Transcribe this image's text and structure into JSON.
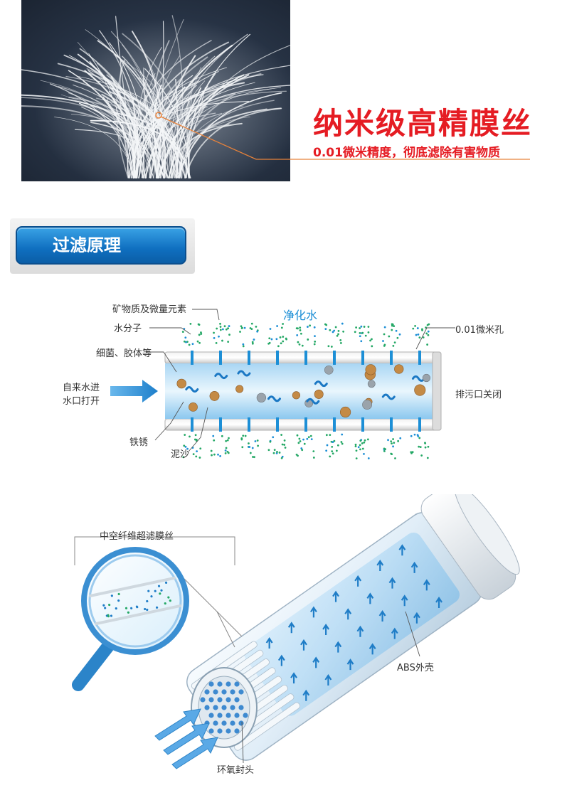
{
  "hero": {
    "title": "纳米级高精膜丝",
    "subtitle": "0.01微米精度，彻底滤除有害物质"
  },
  "section": {
    "title": "过滤原理"
  },
  "principle": {
    "label_minerals": "矿物质及微量元素",
    "label_water_molecule": "水分子",
    "label_purified": "净化水",
    "label_pore": "0.01微米孔",
    "label_bacteria": "细菌、胶体等",
    "label_inlet": "自来水进\n水口打开",
    "label_outlet_closed": "排污口关闭",
    "label_rust": "铁锈",
    "label_sand": "泥沙"
  },
  "module": {
    "label_fiber": "中空纤维超滤膜丝",
    "label_shell": "ABS外壳",
    "label_epoxy": "环氧封头"
  },
  "colors": {
    "accent_red": "#e51c23",
    "accent_blue": "#1d8fd6",
    "button_blue": "#0f6fc0",
    "mineral_green": "#25a866",
    "rust_brown": "#c48a45"
  }
}
